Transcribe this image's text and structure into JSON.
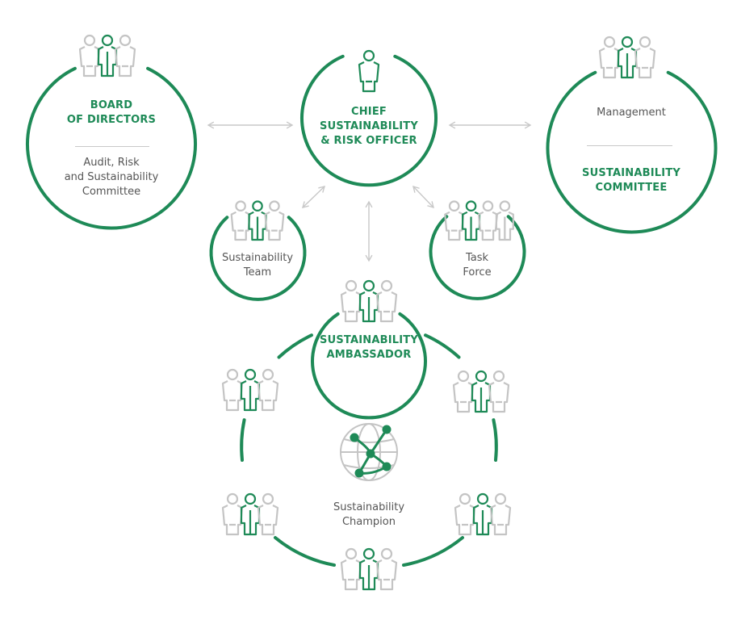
{
  "colors": {
    "accent": "#1e8a57",
    "grey_icon": "#c4c4c4",
    "arrow": "#c8c8c8",
    "text": "#555555"
  },
  "icons": {
    "person": "person-icon",
    "network_globe": "network-globe-icon"
  },
  "board": {
    "title_line1": "BOARD",
    "title_line2": "OF DIRECTORS",
    "sub_line1": "Audit, Risk",
    "sub_line2": "and Sustainability",
    "sub_line3": "Committee"
  },
  "cso": {
    "line1": "CHIEF",
    "line2": "SUSTAINABILITY",
    "line3": "& RISK OFFICER"
  },
  "management": {
    "top": "Management",
    "title_line1": "SUSTAINABILITY",
    "title_line2": "COMMITTEE"
  },
  "team": {
    "line1": "Sustainability",
    "line2": "Team"
  },
  "taskforce": {
    "line1": "Task",
    "line2": "Force"
  },
  "ambassador": {
    "line1": "SUSTAINABILITY",
    "line2": "AMBASSADOR"
  },
  "champion": {
    "line1": "Sustainability",
    "line2": "Champion"
  }
}
